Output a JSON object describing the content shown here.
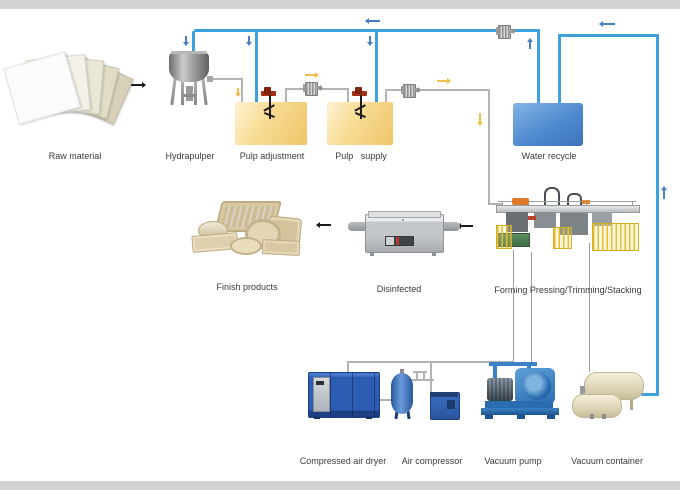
{
  "diagram": {
    "type": "process-flow",
    "subject": "pulp molding tableware production line",
    "labels": {
      "raw_material": "Raw material",
      "hydrapulper": "Hydrapulper",
      "pulp_adjustment": "Pulp adjustment",
      "pulp_supply": "Pulp   supply",
      "water_recycle": "Water recycle",
      "finish_products": "Finish products",
      "disinfected": "Disinfected",
      "forming": "Forming Pressing/Trimming/Stacking",
      "compressed_air_dryer": "Compressed air dryer",
      "air_compressor": "Air compressor",
      "vacuum_pump": "Vacuum pump",
      "vacuum_container": "Vacuum container"
    },
    "colors": {
      "pipe_water_blue": "#3ea1dd",
      "pipe_pulp_gray": "#b3b3b3",
      "arrow_blue": "#4a7fbe",
      "arrow_yellow": "#eec04e",
      "arrow_black": "#1b1b1b",
      "tank_yellow": "#f5d488",
      "water_tank_blue": "#4e8ad0",
      "equipment_blue": "#2d5db2",
      "product_beige": "#d8c9a3",
      "label_text": "#3a3a3a",
      "letterbox_gray": "#d2d2d2"
    }
  }
}
